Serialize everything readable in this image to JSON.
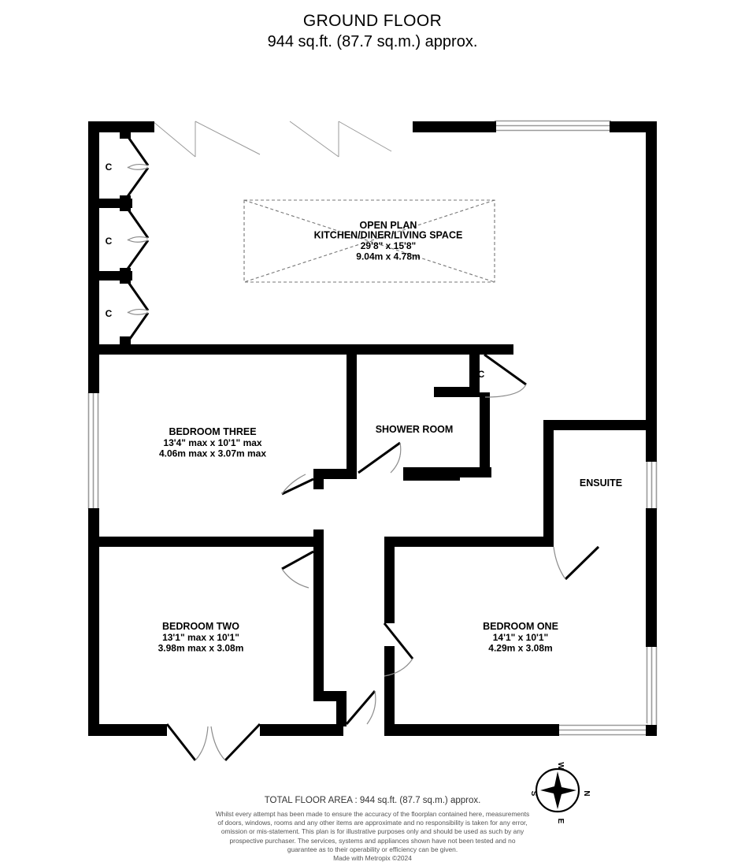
{
  "header": {
    "title": "GROUND FLOOR",
    "subtitle": "944 sq.ft. (87.7 sq.m.) approx."
  },
  "rooms": [
    {
      "id": "open-plan",
      "name": "OPEN PLAN",
      "name2": "KITCHEN/DINER/LIVING SPACE",
      "dim_imperial": "29'8\"  x 15'8\"",
      "dim_metric": "9.04m  x 4.78m"
    },
    {
      "id": "bedroom-three",
      "name": "BEDROOM THREE",
      "dim_imperial": "13'4\" max x 10'1\" max",
      "dim_metric": "4.06m max x 3.07m max"
    },
    {
      "id": "bedroom-two",
      "name": "BEDROOM TWO",
      "dim_imperial": "13'1\" max x 10'1\"",
      "dim_metric": "3.98m max x 3.08m"
    },
    {
      "id": "bedroom-one",
      "name": "BEDROOM ONE",
      "dim_imperial": "14'1\"  x 10'1\"",
      "dim_metric": "4.29m  x 3.08m"
    },
    {
      "id": "shower-room",
      "name": "SHOWER ROOM",
      "dim_imperial": "",
      "dim_metric": ""
    },
    {
      "id": "ensuite",
      "name": "ENSUITE",
      "dim_imperial": "",
      "dim_metric": ""
    }
  ],
  "cupboards": [
    {
      "id": "cupboard-1",
      "label": "C"
    },
    {
      "id": "cupboard-2",
      "label": "C"
    },
    {
      "id": "cupboard-3",
      "label": "C"
    },
    {
      "id": "cupboard-4",
      "label": "C"
    }
  ],
  "compass": {
    "north": "N",
    "east": "E",
    "south": "S",
    "west": "W"
  },
  "footer": {
    "total_area": "TOTAL FLOOR AREA : 944 sq.ft. (87.7 sq.m.) approx.",
    "disclaimer": "Whilst every attempt has been made to ensure the accuracy of the floorplan contained here, measurements of doors, windows, rooms and any other items are approximate and no responsibility is taken for any error, omission or mis-statement. This plan is for illustrative purposes only and should be used as such by any prospective purchaser. The services, systems and appliances shown have not been tested and no guarantee as to their operability or efficiency can be given.",
    "credit": "Made with Metropix ©2024"
  },
  "colors": {
    "wall": "#000000",
    "background": "#ffffff",
    "window_line": "#9a9a9a",
    "door_arc": "#8c8c8c",
    "dashed": "#777777",
    "text": "#000000",
    "footer_text": "#555555"
  }
}
